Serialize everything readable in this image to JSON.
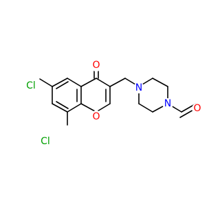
{
  "molecule": {
    "colors": {
      "bond": "#000000",
      "oxygen": "#ff0000",
      "nitrogen": "#0000ff",
      "chlorine": "#00a000",
      "background": "#ffffff"
    },
    "atoms": {
      "carbonyl_oxygen": "O",
      "ring_oxygen": "O",
      "chlorine_top": "Cl",
      "chlorine_bottom": "Cl",
      "piperazine_n_left": "N",
      "piperazine_n_right": "N",
      "aldehyde_oxygen": "O"
    }
  }
}
